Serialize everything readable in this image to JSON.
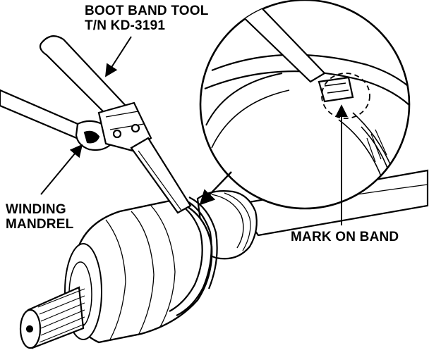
{
  "labels": {
    "boot_band_tool": {
      "line1": "BOOT BAND TOOL",
      "line2": "T/N KD-3191"
    },
    "winding_mandrel": {
      "line1": "WINDING",
      "line2": "MANDREL"
    },
    "mark_on_band": {
      "line1": "MARK ON BAND"
    }
  },
  "colors": {
    "ink": "#000000",
    "paper": "#ffffff"
  }
}
